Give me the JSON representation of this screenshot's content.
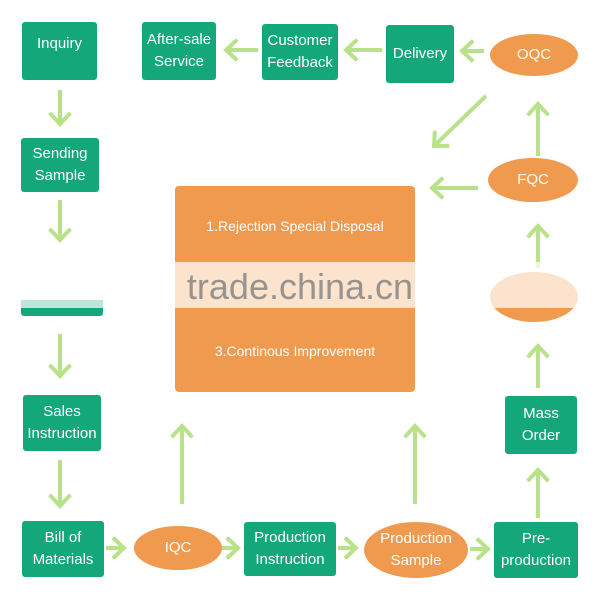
{
  "colors": {
    "box": "#14a77a",
    "oval": "#ef9a4e",
    "arrow": "#b8e28a",
    "center": "#ef9a4e"
  },
  "nodes": {
    "inquiry": [
      "Inquiry"
    ],
    "sending_sample": [
      "Sending",
      "Sample"
    ],
    "sales_instruction": [
      "Sales",
      "Instruction"
    ],
    "bill_of_materials": [
      "Bill of",
      "Materials"
    ],
    "iqc": [
      "IQC"
    ],
    "production_instruction": [
      "Production",
      "Instruction"
    ],
    "production_sample": [
      "Production",
      "Sample"
    ],
    "pre_production": [
      "Pre-",
      "production"
    ],
    "mass_order": [
      "Mass",
      "Order"
    ],
    "fqc": [
      "FQC"
    ],
    "oqc": [
      "OQC"
    ],
    "delivery": [
      "Delivery"
    ],
    "customer_feedback": [
      "Customer",
      "Feedback"
    ],
    "after_sale_service": [
      "After-sale",
      "Service"
    ]
  },
  "center": {
    "line1": "1.Rejection Special Disposal",
    "line3": "3.Continous Improvement"
  },
  "watermark": "trade.china.cn"
}
